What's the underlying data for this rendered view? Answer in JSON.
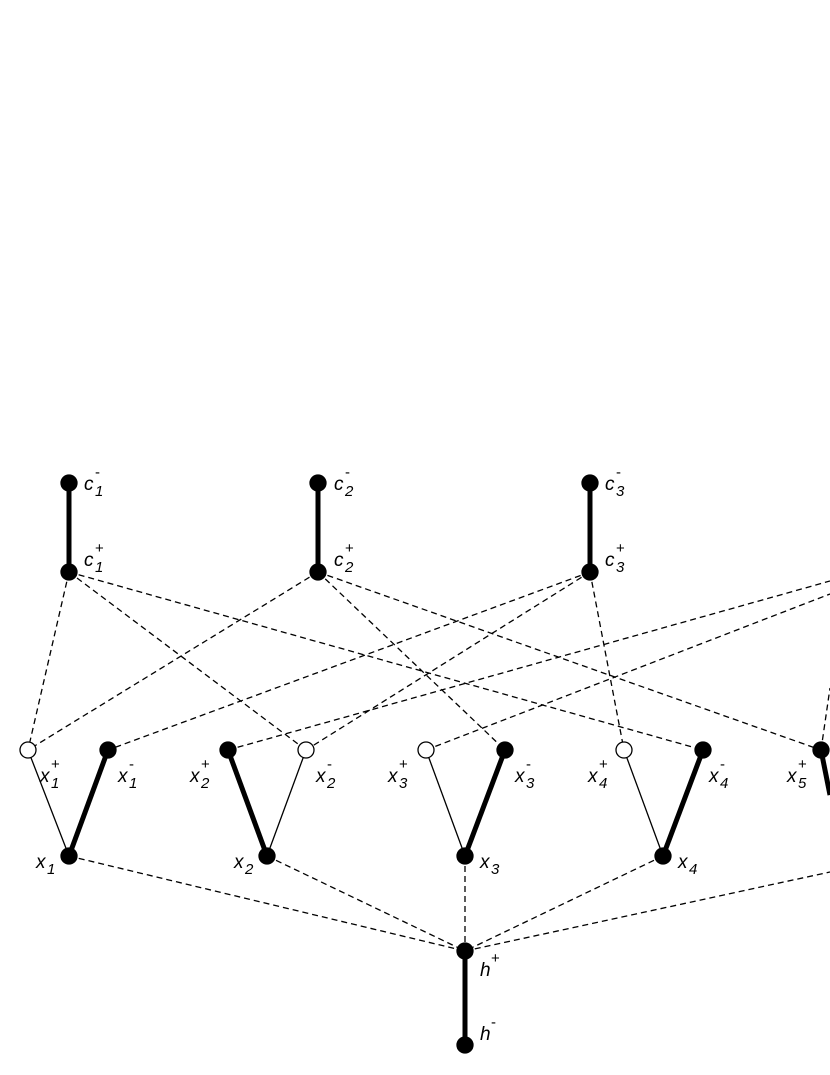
{
  "colors": {
    "stroke": "#000000",
    "node_filled": "#000000",
    "node_open": "#ffffff",
    "background": "#ffffff"
  },
  "nodes": [
    {
      "id": "c1-",
      "base": "c",
      "sub": "1",
      "sup": "-",
      "fill": "filled"
    },
    {
      "id": "c1+",
      "base": "c",
      "sub": "1",
      "sup": "+",
      "fill": "filled"
    },
    {
      "id": "c2-",
      "base": "c",
      "sub": "2",
      "sup": "-",
      "fill": "filled"
    },
    {
      "id": "c2+",
      "base": "c",
      "sub": "2",
      "sup": "+",
      "fill": "filled"
    },
    {
      "id": "c3-",
      "base": "c",
      "sub": "3",
      "sup": "-",
      "fill": "filled"
    },
    {
      "id": "c3+",
      "base": "c",
      "sub": "3",
      "sup": "+",
      "fill": "filled"
    },
    {
      "id": "x1+",
      "base": "x",
      "sub": "1",
      "sup": "+",
      "fill": "open"
    },
    {
      "id": "x1-",
      "base": "x",
      "sub": "1",
      "sup": "-",
      "fill": "filled"
    },
    {
      "id": "x2+",
      "base": "x",
      "sub": "2",
      "sup": "+",
      "fill": "filled"
    },
    {
      "id": "x2-",
      "base": "x",
      "sub": "2",
      "sup": "-",
      "fill": "open"
    },
    {
      "id": "x3+",
      "base": "x",
      "sub": "3",
      "sup": "+",
      "fill": "open"
    },
    {
      "id": "x3-",
      "base": "x",
      "sub": "3",
      "sup": "-",
      "fill": "filled"
    },
    {
      "id": "x4+",
      "base": "x",
      "sub": "4",
      "sup": "+",
      "fill": "open"
    },
    {
      "id": "x4-",
      "base": "x",
      "sub": "4",
      "sup": "-",
      "fill": "filled"
    },
    {
      "id": "x5+",
      "base": "x",
      "sub": "5",
      "sup": "+",
      "fill": "filled"
    },
    {
      "id": "x1",
      "base": "x",
      "sub": "1",
      "sup": "",
      "fill": "filled"
    },
    {
      "id": "x2",
      "base": "x",
      "sub": "2",
      "sup": "",
      "fill": "filled"
    },
    {
      "id": "x3",
      "base": "x",
      "sub": "3",
      "sup": "",
      "fill": "filled"
    },
    {
      "id": "x4",
      "base": "x",
      "sub": "4",
      "sup": "",
      "fill": "filled"
    },
    {
      "id": "h+",
      "base": "h",
      "sub": "",
      "sup": "+",
      "fill": "filled"
    },
    {
      "id": "h-",
      "base": "h",
      "sub": "",
      "sup": "-",
      "fill": "filled"
    }
  ],
  "edges": [
    {
      "from": "c1-",
      "to": "c1+",
      "style": "thick"
    },
    {
      "from": "c2-",
      "to": "c2+",
      "style": "thick"
    },
    {
      "from": "c3-",
      "to": "c3+",
      "style": "thick"
    },
    {
      "from": "h+",
      "to": "h-",
      "style": "thick"
    },
    {
      "from": "x1-",
      "to": "x1",
      "style": "thick"
    },
    {
      "from": "x2+",
      "to": "x2",
      "style": "thick"
    },
    {
      "from": "x3-",
      "to": "x3",
      "style": "thick"
    },
    {
      "from": "x4-",
      "to": "x4",
      "style": "thick"
    },
    {
      "from": "x1+",
      "to": "x1",
      "style": "thin"
    },
    {
      "from": "x2-",
      "to": "x2",
      "style": "thin"
    },
    {
      "from": "x3+",
      "to": "x3",
      "style": "thin"
    },
    {
      "from": "x4+",
      "to": "x4",
      "style": "thin"
    },
    {
      "from": "c1+",
      "to": "x1+",
      "style": "dashed"
    },
    {
      "from": "c1+",
      "to": "x2-",
      "style": "dashed"
    },
    {
      "from": "c1+",
      "to": "x4-",
      "style": "dashed"
    },
    {
      "from": "c2+",
      "to": "x1+",
      "style": "dashed"
    },
    {
      "from": "c2+",
      "to": "x3-",
      "style": "dashed"
    },
    {
      "from": "c2+",
      "to": "x5+",
      "style": "dashed"
    },
    {
      "from": "c3+",
      "to": "x1-",
      "style": "dashed"
    },
    {
      "from": "c3+",
      "to": "x2-",
      "style": "dashed"
    },
    {
      "from": "c3+",
      "to": "x4+",
      "style": "dashed"
    },
    {
      "from": "x1",
      "to": "h+",
      "style": "dashed"
    },
    {
      "from": "x2",
      "to": "h+",
      "style": "dashed"
    },
    {
      "from": "x3",
      "to": "h+",
      "style": "dashed"
    },
    {
      "from": "x4",
      "to": "h+",
      "style": "dashed"
    }
  ],
  "offpage_edges": [
    {
      "from": "x2+",
      "toward": "right-edge",
      "style": "dashed"
    },
    {
      "from": "x3+",
      "toward": "right-edge",
      "style": "dashed"
    },
    {
      "from": "x5+",
      "toward": "right-edge",
      "style": "dashed"
    },
    {
      "from": "h+",
      "toward": "right-edge",
      "style": "dashed"
    },
    {
      "from": "x5+",
      "toward": "right-edge",
      "style": "thick"
    }
  ]
}
